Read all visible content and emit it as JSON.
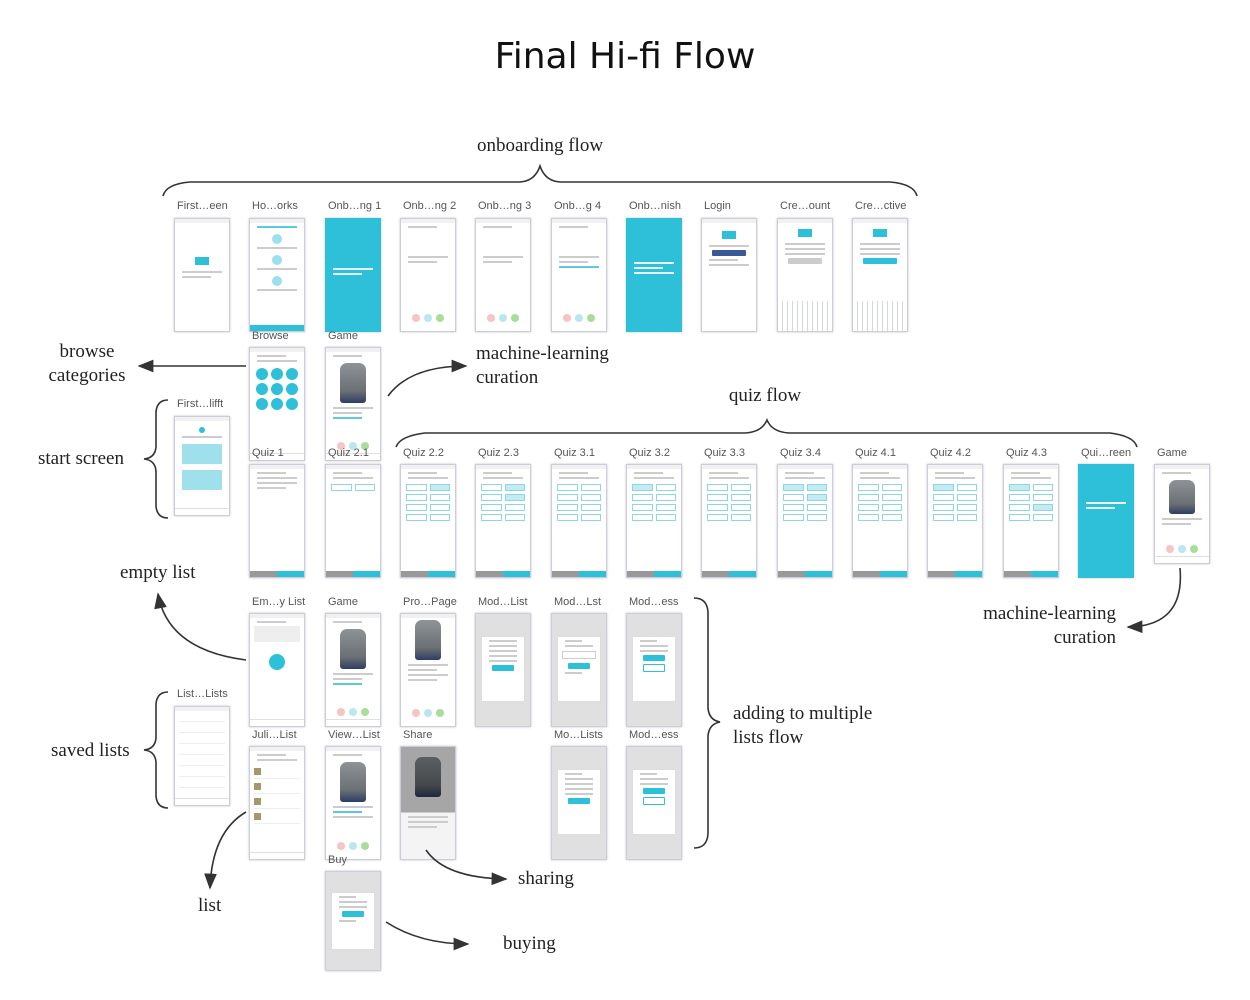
{
  "title": "Final Hi-fi Flow",
  "annotations": {
    "onboarding": "onboarding flow",
    "browse": "browse\ncategories",
    "ml_top": "machine-learning\ncuration",
    "quiz": "quiz flow",
    "start": "start screen",
    "empty": "empty list",
    "ml_right": "machine-learning\ncuration",
    "saved": "saved lists",
    "adding": "adding to multiple\nlists flow",
    "sharing": "sharing",
    "list": "list",
    "buying": "buying"
  },
  "screens": {
    "s1": "First…een",
    "s2": "Ho…orks",
    "s3": "Onb…ng 1",
    "s4": "Onb…ng 2",
    "s5": "Onb…ng 3",
    "s6": "Onb…g 4",
    "s7": "Onb…nish",
    "s8": "Login",
    "s9": "Cre…ount",
    "s10": "Cre…ctive",
    "browse": "Browse",
    "game1": "Game",
    "first2": "First…lifft",
    "q1": "Quiz 1",
    "q21": "Quiz 2.1",
    "q22": "Quiz 2.2",
    "q23": "Quiz 2.3",
    "q31": "Quiz 3.1",
    "q32": "Quiz 3.2",
    "q33": "Quiz 3.3",
    "q34": "Quiz 3.4",
    "q41": "Quiz 4.1",
    "q42": "Quiz 4.2",
    "q43": "Quiz 4.3",
    "qend": "Qui…reen",
    "game2": "Game",
    "empty": "Em…y List",
    "game3": "Game",
    "prod": "Pro…Page",
    "mod1": "Mod…List",
    "mod2": "Mod…Lst",
    "mod3": "Mod…ess",
    "lists": "List…Lists",
    "juli": "Juli…List",
    "view": "View…List",
    "share": "Share",
    "mo4": "Mo…Lists",
    "mod5": "Mod…ess",
    "buy": "Buy"
  },
  "colors": {
    "accent": "#2ec0d9",
    "line": "#333333"
  }
}
